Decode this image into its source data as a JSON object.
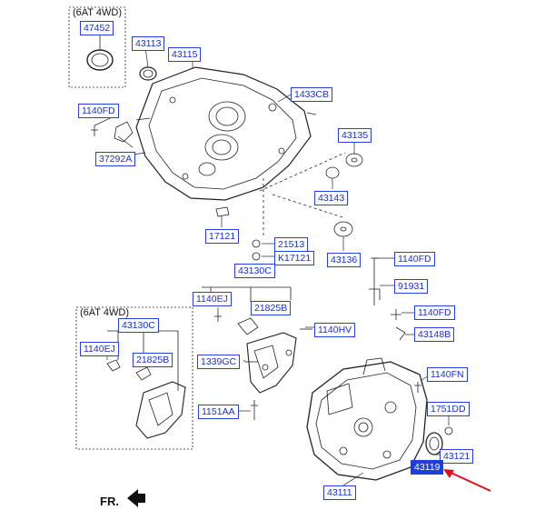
{
  "frames": {
    "top_left_caption": "(6AT 4WD)",
    "bottom_left_caption": "(6AT 4WD)"
  },
  "orientation_label": "FR.",
  "parts": {
    "p47452": "47452",
    "p43113": "43113",
    "p43115": "43115",
    "p1140FD_a": "1140FD",
    "p37292A": "37292A",
    "p1433CB": "1433CB",
    "p43135": "43135",
    "p43143": "43143",
    "p17121": "17121",
    "p21513": "21513",
    "pK17121": "K17121",
    "p43136": "43136",
    "p43130C_a": "43130C",
    "p1140EJ_a": "1140EJ",
    "p21825B_a": "21825B",
    "p1140HV": "1140HV",
    "p1339GC": "1339GC",
    "p1151AA": "1151AA",
    "p1140FD_b": "1140FD",
    "p91931": "91931",
    "p1140FD_c": "1140FD",
    "p43148B": "43148B",
    "p1140FN": "1140FN",
    "p1751DD": "1751DD",
    "p43121": "43121",
    "p43119": "43119",
    "p43111": "43111",
    "p43130C_b": "43130C",
    "p1140EJ_b": "1140EJ",
    "p21825B_b": "21825B"
  },
  "colors": {
    "label_blue": "#1a2fd4",
    "highlight": "#1f3fd8",
    "pointer_arrow": "#e0101a",
    "line": "#222222"
  }
}
